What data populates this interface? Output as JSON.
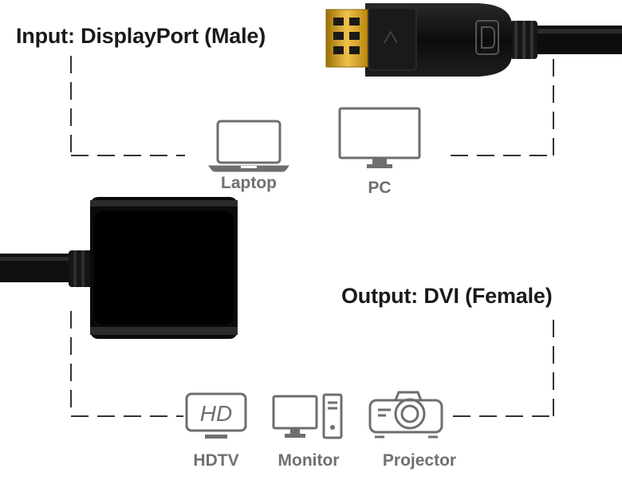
{
  "input": {
    "heading": "Input: DisplayPort (Male)",
    "devices": [
      {
        "label": "Laptop",
        "icon": "laptop-icon"
      },
      {
        "label": "PC",
        "icon": "pc-monitor-icon"
      }
    ]
  },
  "output": {
    "heading": "Output: DVI (Female)",
    "devices": [
      {
        "label": "HDTV",
        "icon": "hd-tv-icon",
        "icon_text": "HD"
      },
      {
        "label": "Monitor",
        "icon": "desktop-computer-icon"
      },
      {
        "label": "Projector",
        "icon": "projector-icon"
      }
    ]
  },
  "colors": {
    "heading_text": "#1a1a1a",
    "device_label": "#707070",
    "icon_stroke": "#6e6e6e",
    "dashed_line": "#333333",
    "cable": "#111111",
    "gold_contacts": "#d4a21c"
  }
}
